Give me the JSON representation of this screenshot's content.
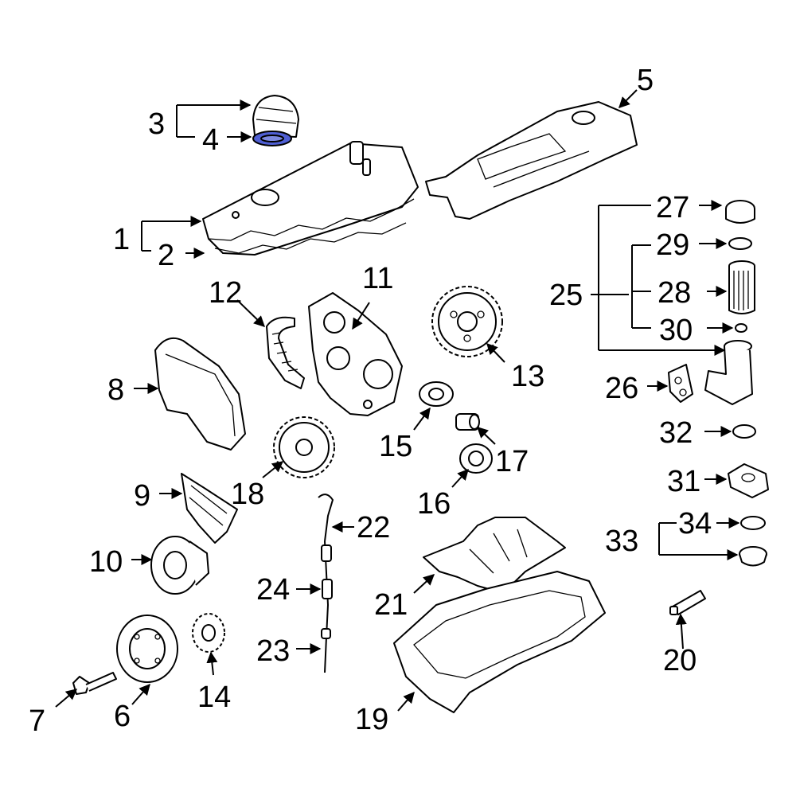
{
  "labels": {
    "l1": "1",
    "l2": "2",
    "l3": "3",
    "l4": "4",
    "l5": "5",
    "l6": "6",
    "l7": "7",
    "l8": "8",
    "l9": "9",
    "l10": "10",
    "l11": "11",
    "l12": "12",
    "l13": "13",
    "l14": "14",
    "l15": "15",
    "l16": "16",
    "l17": "17",
    "l18": "18",
    "l19": "19",
    "l20": "20",
    "l21": "21",
    "l22": "22",
    "l23": "23",
    "l24": "24",
    "l25": "25",
    "l26": "26",
    "l27": "27",
    "l28": "28",
    "l29": "29",
    "l30": "30",
    "l31": "31",
    "l32": "32",
    "l33": "33",
    "l34": "34"
  },
  "colors": {
    "highlight": "#4f5fd4",
    "line": "#000000",
    "background": "#ffffff"
  }
}
